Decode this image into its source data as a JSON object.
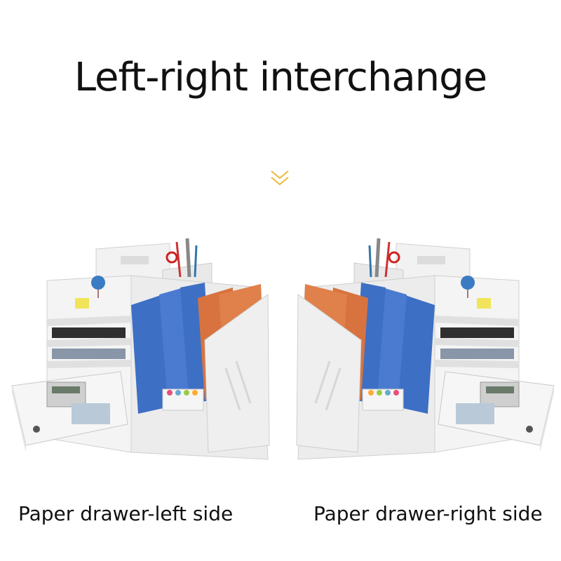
{
  "header": {
    "title": "Left-right interchange"
  },
  "indicator": {
    "icon": "double-chevron-down-icon",
    "color": "#e8b93a"
  },
  "products": [
    {
      "caption": "Paper drawer-left side"
    },
    {
      "caption": "Paper drawer-right side"
    }
  ],
  "colors": {
    "organizer_body": "#eeeeee",
    "binder_blue": "#3d6fc4",
    "binder_orange": "#d8733f"
  }
}
